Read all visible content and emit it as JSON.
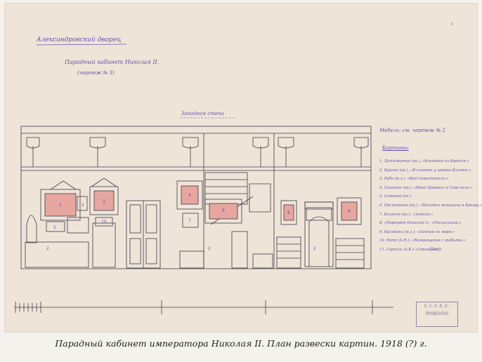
{
  "header": {
    "line1": "Александровский дворец",
    "line2": "Парадный кабинет Николая II.",
    "line3": "(чертеж № 3)"
  },
  "wall_label": "Западная стена",
  "furniture_note": "Мебель: см. чертеж № 2",
  "legend": {
    "title": "Картины:",
    "items": [
      "1. Дипломатия (ак.), «Изгнание из Кремля.»",
      "2. Бурлак (ак.), «В плавнях у церкви Кучюки.»",
      "3. Рубо (м.з.), «Вид Севастополя.»",
      "4. Сошенко (ак.), «Иван Царевич и Сера волк.»",
      "5. Семенов (ак.).",
      "6. Овсянников (ак.), «Молодая женщина в Крыму.»",
      "7. Колесов (ак.), «Зимний.»",
      "8. «Портрет Николая I», «Пасхальный.»",
      "9. Куинджи (м.з.), «Зимний на море.»",
      "10. Непп (А.Н.), «Возвращение с рыбалки.»",
      "11. Гирсель (а.К.) «Станции»"
    ]
  },
  "signature": "Овер",
  "page_mark": "ε",
  "stamp": {
    "line1": "Е.С.У.К.Л.",
    "line2": "ПРОВЕРЕНО"
  },
  "drawing_labels": {
    "p1": "1",
    "p2": "2",
    "p3": "3",
    "p4": "4",
    "p5": "5",
    "p6": "6",
    "p7": "7",
    "p8": "8",
    "p9": "9",
    "p10": "10",
    "d1": "2",
    "d2": "2",
    "d3": "2"
  },
  "caption": "Парадный кабинет императора Николая II. План развески картин. 1918 (?) г.",
  "colors": {
    "ink": "#6a4fa8",
    "line": "#3f3b4a",
    "painting": "#e7a6a0",
    "paper": "#efe4d8"
  }
}
